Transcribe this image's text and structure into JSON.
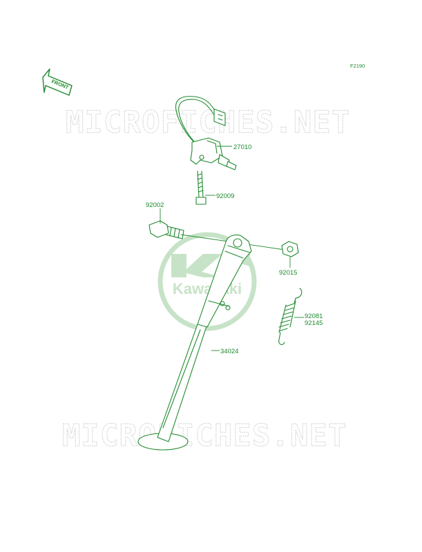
{
  "diagram": {
    "figure_code": "F2190",
    "front_label": "FRONT",
    "watermark_text": "MICROFICHES.NET",
    "logo_text": "Kawasaki",
    "colors": {
      "ink": "#1e8a2e",
      "watermark": "#c9c9c9",
      "logo": "#c7e3c7"
    },
    "parts": {
      "switch": "27010",
      "switch_bolt": "92009",
      "pivot_bolt": "92002",
      "nut": "92015",
      "spring_a": "92081",
      "spring_b": "92145",
      "stand": "34024"
    }
  }
}
